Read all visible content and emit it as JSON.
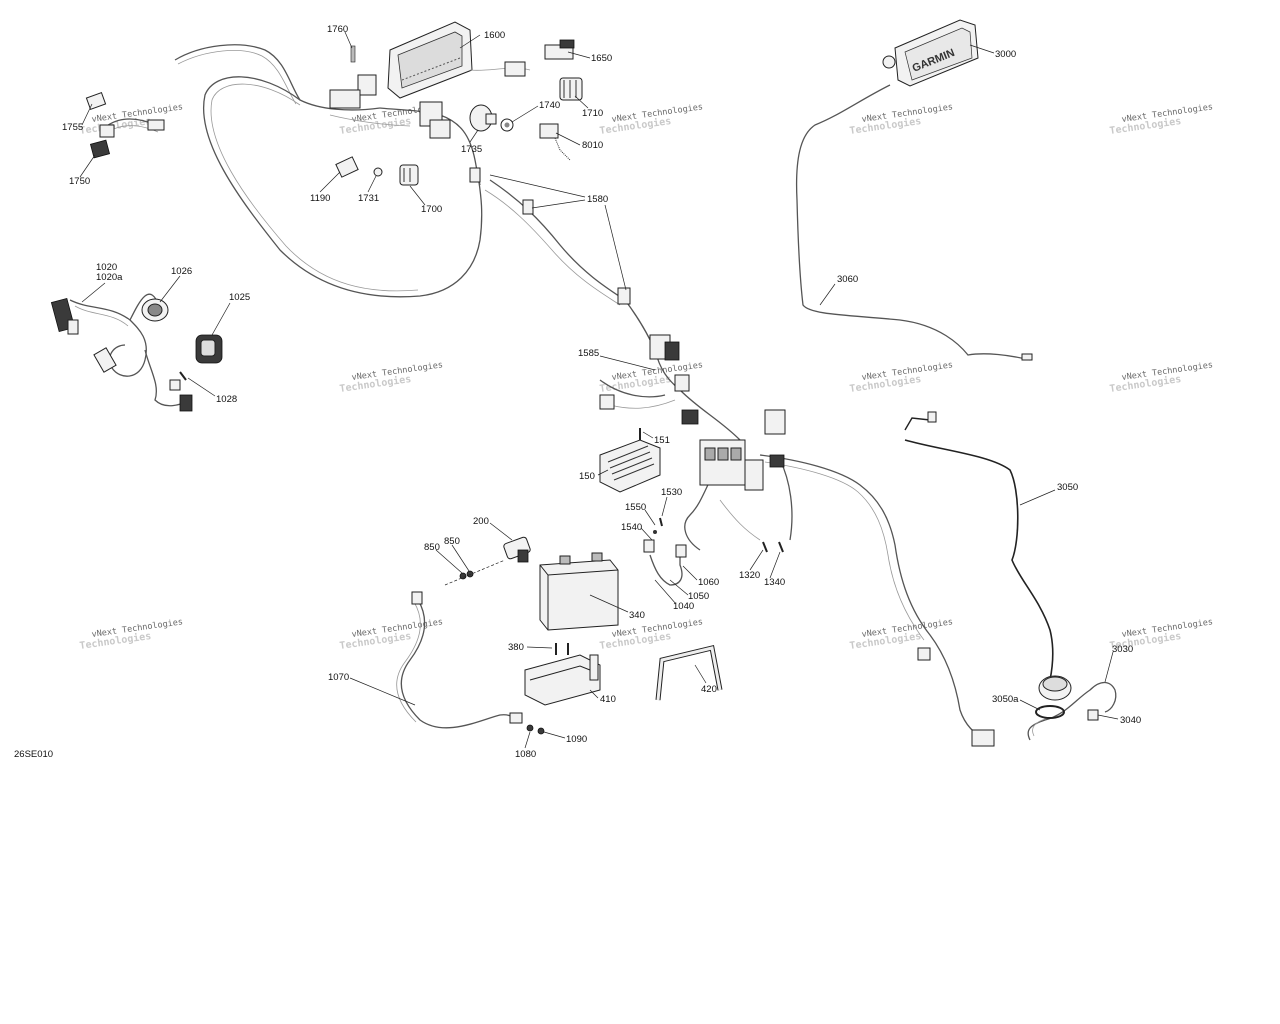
{
  "diagram": {
    "code": "26SE010",
    "garmin_brand": "GARMIN",
    "watermark": {
      "text": "vNext Technologies",
      "text_faded": "Technologies"
    },
    "callouts": [
      {
        "id": "c1760",
        "label": "1760"
      },
      {
        "id": "c1600",
        "label": "1600"
      },
      {
        "id": "c1650",
        "label": "1650"
      },
      {
        "id": "c1710",
        "label": "1710"
      },
      {
        "id": "c1740",
        "label": "1740"
      },
      {
        "id": "c1735",
        "label": "1735"
      },
      {
        "id": "c8010",
        "label": "8010"
      },
      {
        "id": "c1755",
        "label": "1755"
      },
      {
        "id": "c1750",
        "label": "1750"
      },
      {
        "id": "c1190",
        "label": "1190"
      },
      {
        "id": "c1731",
        "label": "1731"
      },
      {
        "id": "c1700",
        "label": "1700"
      },
      {
        "id": "c1580",
        "label": "1580"
      },
      {
        "id": "c3000",
        "label": "3000"
      },
      {
        "id": "c3060",
        "label": "3060"
      },
      {
        "id": "c1020",
        "label": "1020"
      },
      {
        "id": "c1020a",
        "label": "1020a"
      },
      {
        "id": "c1026",
        "label": "1026"
      },
      {
        "id": "c1025",
        "label": "1025"
      },
      {
        "id": "c1028",
        "label": "1028"
      },
      {
        "id": "c1585",
        "label": "1585"
      },
      {
        "id": "c151",
        "label": "151"
      },
      {
        "id": "c150",
        "label": "150"
      },
      {
        "id": "c1530",
        "label": "1530"
      },
      {
        "id": "c1550",
        "label": "1550"
      },
      {
        "id": "c1540",
        "label": "1540"
      },
      {
        "id": "c200",
        "label": "200"
      },
      {
        "id": "c850a",
        "label": "850"
      },
      {
        "id": "c850b",
        "label": "850"
      },
      {
        "id": "c1060",
        "label": "1060"
      },
      {
        "id": "c1050",
        "label": "1050"
      },
      {
        "id": "c1040",
        "label": "1040"
      },
      {
        "id": "c1320",
        "label": "1320"
      },
      {
        "id": "c1340",
        "label": "1340"
      },
      {
        "id": "c3050",
        "label": "3050"
      },
      {
        "id": "c340",
        "label": "340"
      },
      {
        "id": "c380",
        "label": "380"
      },
      {
        "id": "c410",
        "label": "410"
      },
      {
        "id": "c420",
        "label": "420"
      },
      {
        "id": "c1070",
        "label": "1070"
      },
      {
        "id": "c1090",
        "label": "1090"
      },
      {
        "id": "c1080",
        "label": "1080"
      },
      {
        "id": "c3030",
        "label": "3030"
      },
      {
        "id": "c3050a",
        "label": "3050a"
      },
      {
        "id": "c3040",
        "label": "3040"
      }
    ]
  }
}
